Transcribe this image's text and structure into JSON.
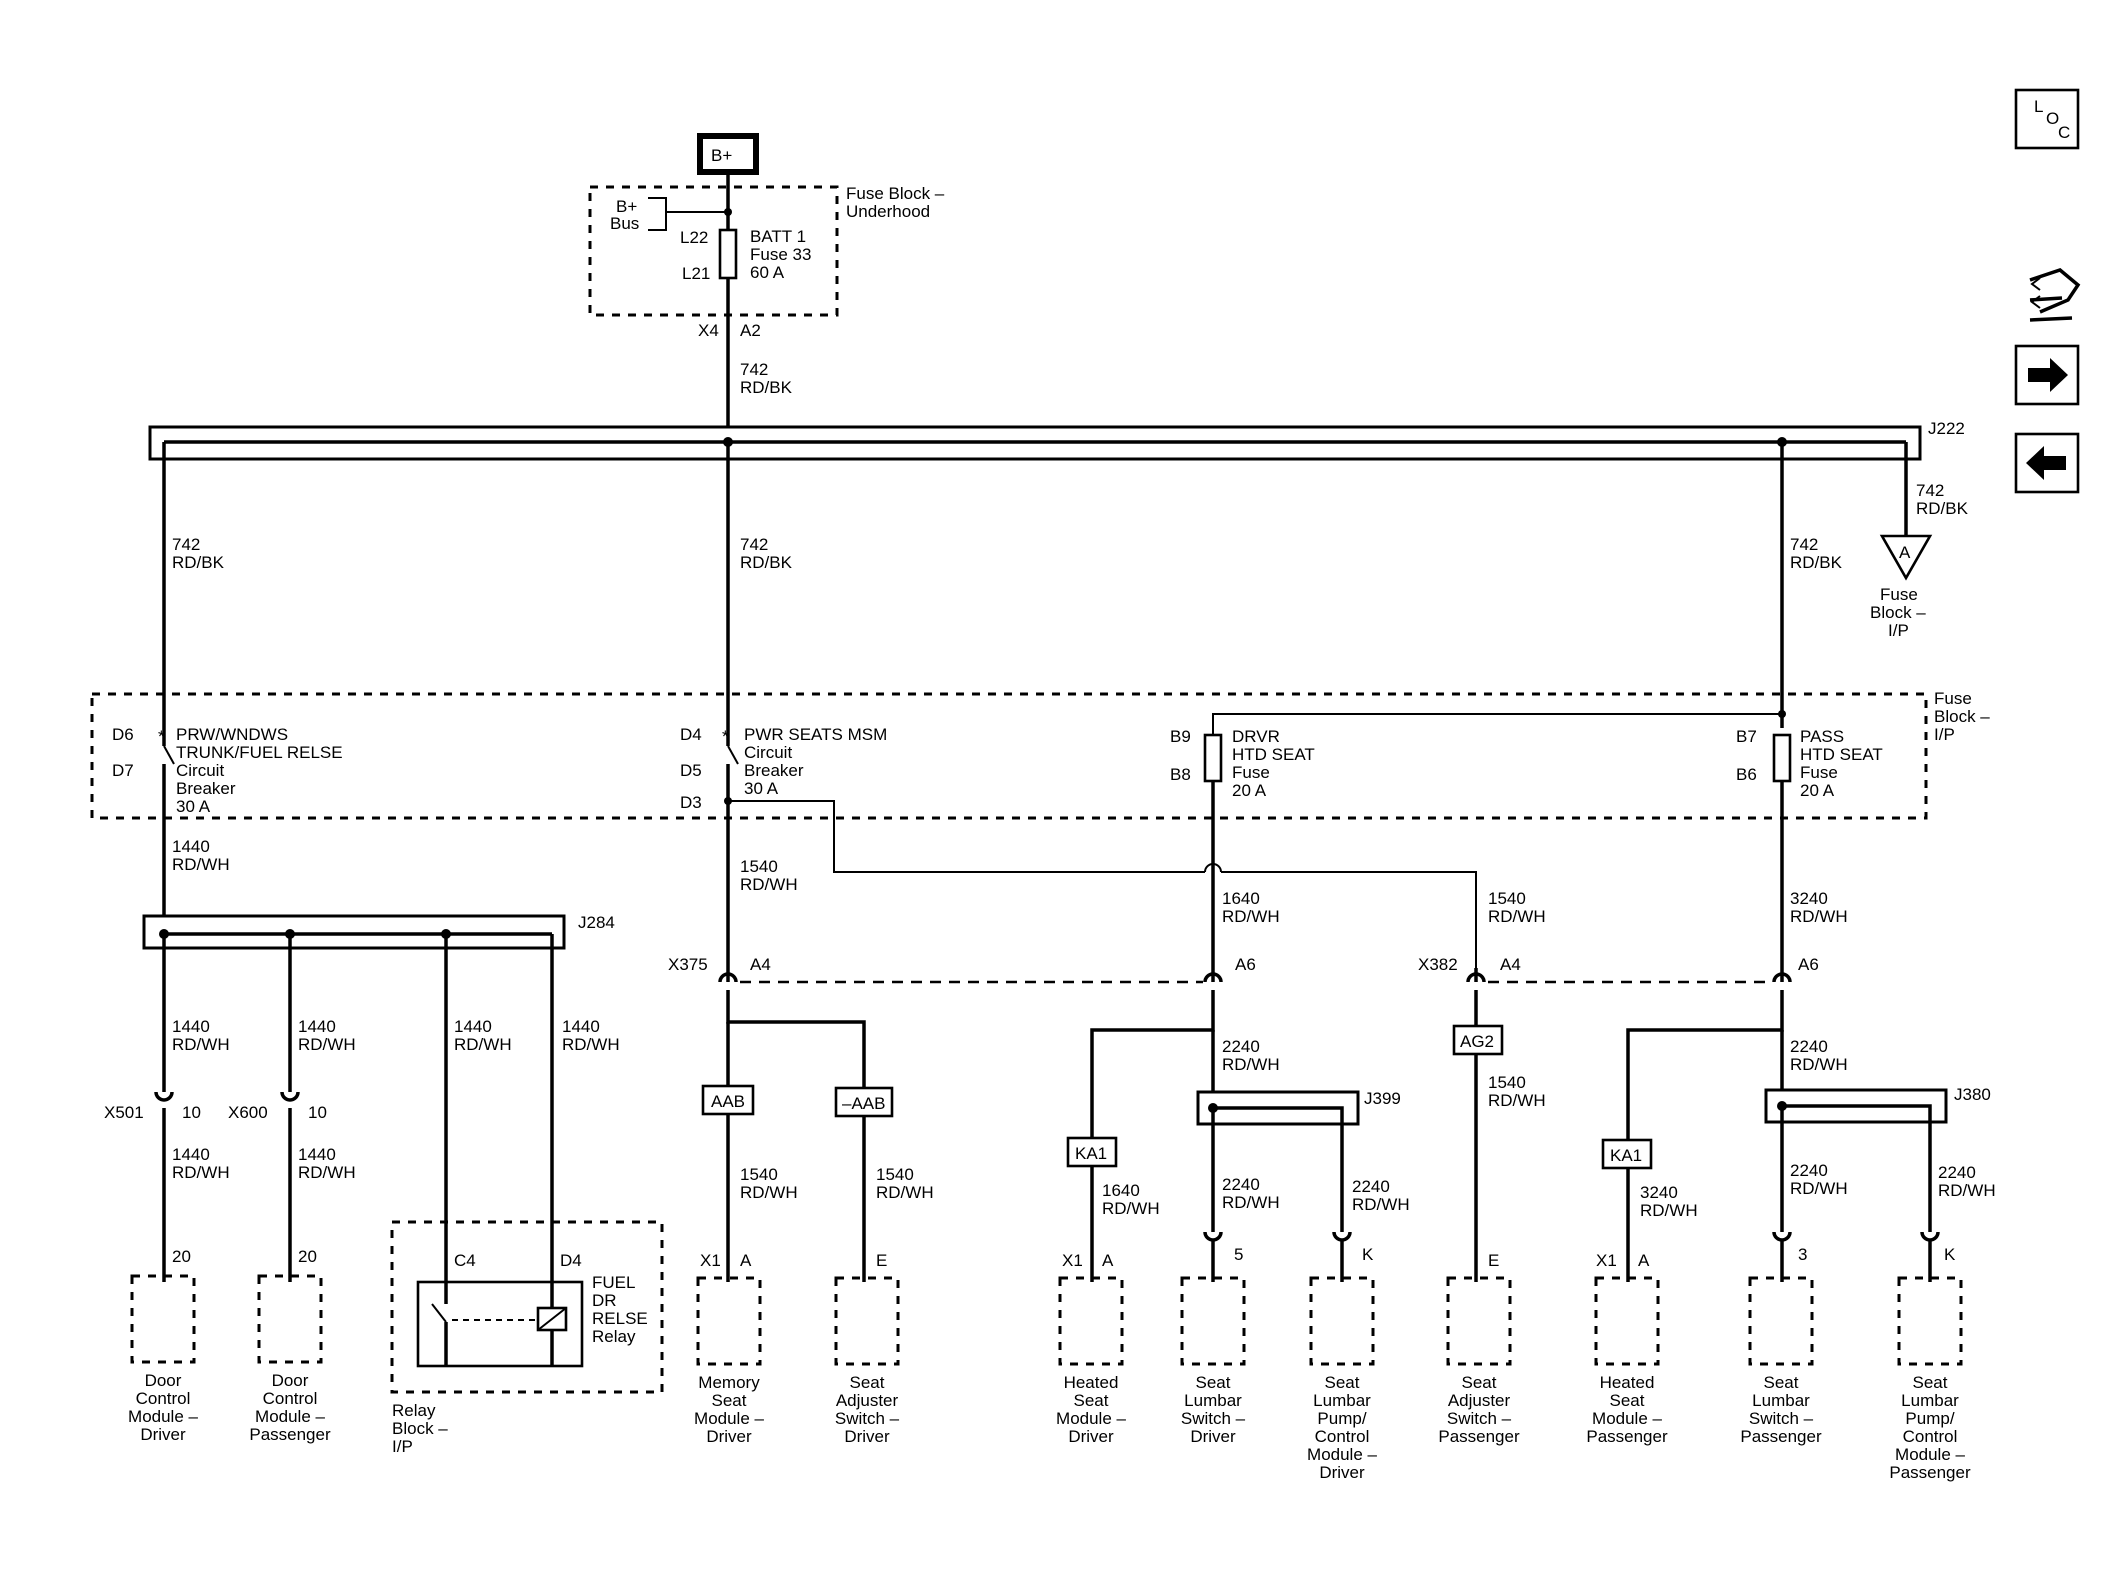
{
  "nav": {
    "loc_l": "L",
    "loc_o": "O",
    "loc_c": "C"
  },
  "power": {
    "bplus": "B+",
    "bplus_bus": "B+",
    "bus": "Bus",
    "fuseblock1": "Fuse Block –",
    "fuseblock2": "Underhood",
    "l22": "L22",
    "l21": "L21",
    "batt1": "BATT 1",
    "batt2": "Fuse 33",
    "batt3": "60 A",
    "x4": "X4",
    "a2": "A2",
    "w742a": "742",
    "w742b": "RD/BK"
  },
  "splice": {
    "j222": "J222",
    "j284": "J284",
    "j399": "J399",
    "j380": "J380"
  },
  "wires": {
    "c742": "742",
    "rdbk": "RD/BK",
    "c1440": "1440",
    "c1540": "1540",
    "c1640": "1640",
    "c2240": "2240",
    "c3240": "3240",
    "rdwh": "RD/WH"
  },
  "fuseblockip": {
    "a": "A",
    "l1": "Fuse",
    "l2": "Block –",
    "l3": "I/P",
    "r1": "Fuse",
    "r2": "Block –",
    "r3": "I/P"
  },
  "devices": {
    "d6": "D6",
    "d7": "D7",
    "cb1_1": "PRW/WNDWS",
    "cb1_2": "TRUNK/FUEL RELSE",
    "cb1_3": "Circuit",
    "cb1_4": "Breaker",
    "cb1_5": "30 A",
    "d4": "D4",
    "d5": "D5",
    "d3": "D3",
    "cb2_1": "PWR SEATS MSM",
    "cb2_2": "Circuit",
    "cb2_3": "Breaker",
    "cb2_4": "30 A",
    "b9": "B9",
    "b8": "B8",
    "f1_1": "DRVR",
    "f1_2": "HTD SEAT",
    "f1_3": "Fuse",
    "f1_4": "20 A",
    "b7": "B7",
    "b6": "B6",
    "f2_1": "PASS",
    "f2_2": "HTD SEAT",
    "f2_3": "Fuse",
    "f2_4": "20 A"
  },
  "connectors": {
    "x375": "X375",
    "x382": "X382",
    "a4": "A4",
    "a6": "A6",
    "x501": "X501",
    "x600": "X600",
    "p10": "10",
    "p20": "20",
    "x1": "X1",
    "pa": "A",
    "pe": "E",
    "p5": "5",
    "pk": "K",
    "p3": "3",
    "c4": "C4",
    "d4": "D4"
  },
  "options": {
    "aab": "AAB",
    "naab": "–AAB",
    "ka1": "KA1",
    "ag2": "AG2"
  },
  "relay": {
    "l1": "FUEL",
    "l2": "DR",
    "l3": "RELSE",
    "l4": "Relay",
    "b1": "Relay",
    "b2": "Block –",
    "b3": "I/P"
  },
  "modules": {
    "dcm_d": [
      "Door",
      "Control",
      "Module –",
      "Driver"
    ],
    "dcm_p": [
      "Door",
      "Control",
      "Module –",
      "Passenger"
    ],
    "msm": [
      "Memory",
      "Seat",
      "Module –",
      "Driver"
    ],
    "sas_d": [
      "Seat",
      "Adjuster",
      "Switch –",
      "Driver"
    ],
    "hsm_d": [
      "Heated",
      "Seat",
      "Module –",
      "Driver"
    ],
    "sls_d": [
      "Seat",
      "Lumbar",
      "Switch –",
      "Driver"
    ],
    "slp_d": [
      "Seat",
      "Lumbar",
      "Pump/",
      "Control",
      "Module –",
      "Driver"
    ],
    "sas_p": [
      "Seat",
      "Adjuster",
      "Switch –",
      "Passenger"
    ],
    "hsm_p": [
      "Heated",
      "Seat",
      "Module –",
      "Passenger"
    ],
    "sls_p": [
      "Seat",
      "Lumbar",
      "Switch –",
      "Passenger"
    ],
    "slp_p": [
      "Seat",
      "Lumbar",
      "Pump/",
      "Control",
      "Module –",
      "Passenger"
    ]
  }
}
